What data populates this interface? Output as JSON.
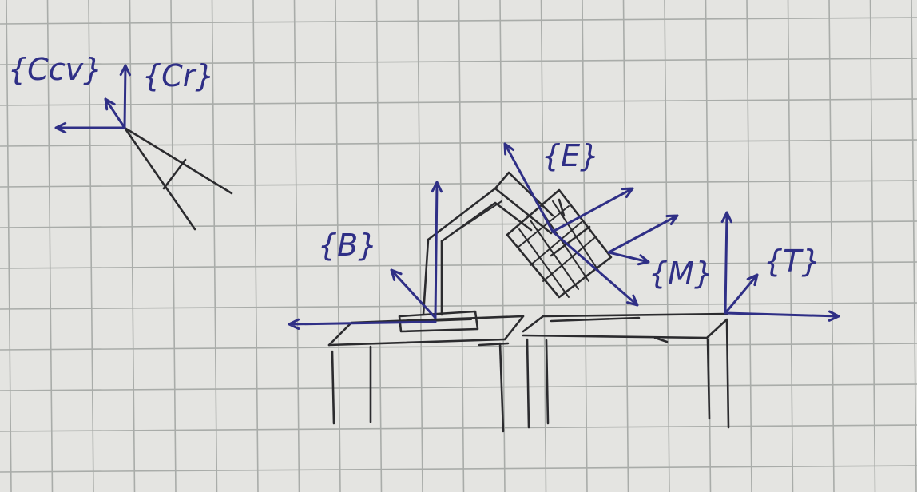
{
  "colors": {
    "paper": "#e4e4e1",
    "grid": "#a9aca9",
    "pencil": "#2b2b2e",
    "pen_blue": "#2f2f86"
  },
  "frames": {
    "ccv": "{Ccv}",
    "cr": "{Cr}",
    "b": "{B}",
    "e": "{E}",
    "m": "{M}",
    "t": "{T}"
  }
}
